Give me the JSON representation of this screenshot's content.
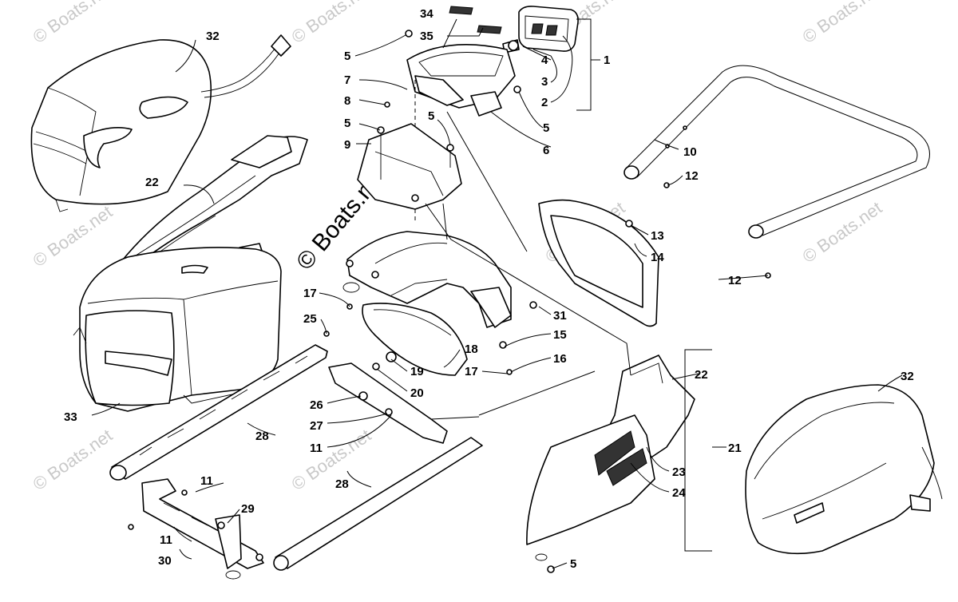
{
  "watermarks": {
    "small": "© Boats.net",
    "center": "© Boats.net"
  },
  "callouts": {
    "c1": "1",
    "c2": "2",
    "c3": "3",
    "c4": "4",
    "c5a": "5",
    "c5b": "5",
    "c5c": "5",
    "c5d": "5",
    "c5e": "5",
    "c6": "6",
    "c7": "7",
    "c8": "8",
    "c9": "9",
    "c10": "10",
    "c11a": "11",
    "c11b": "11",
    "c11c": "11",
    "c12a": "12",
    "c12b": "12",
    "c13": "13",
    "c14": "14",
    "c15": "15",
    "c16": "16",
    "c17a": "17",
    "c17b": "17",
    "c18": "18",
    "c19": "19",
    "c20": "20",
    "c21": "21",
    "c22a": "22",
    "c22b": "22",
    "c23": "23",
    "c24": "24",
    "c25": "25",
    "c26": "26",
    "c27": "27",
    "c28a": "28",
    "c28b": "28",
    "c29": "29",
    "c30": "30",
    "c31": "31",
    "c32a": "32",
    "c32b": "32",
    "c33": "33",
    "c34": "34",
    "c35": "35"
  },
  "colors": {
    "ink": "#000000",
    "watermark": "#c9c9c9",
    "paper": "#ffffff"
  }
}
